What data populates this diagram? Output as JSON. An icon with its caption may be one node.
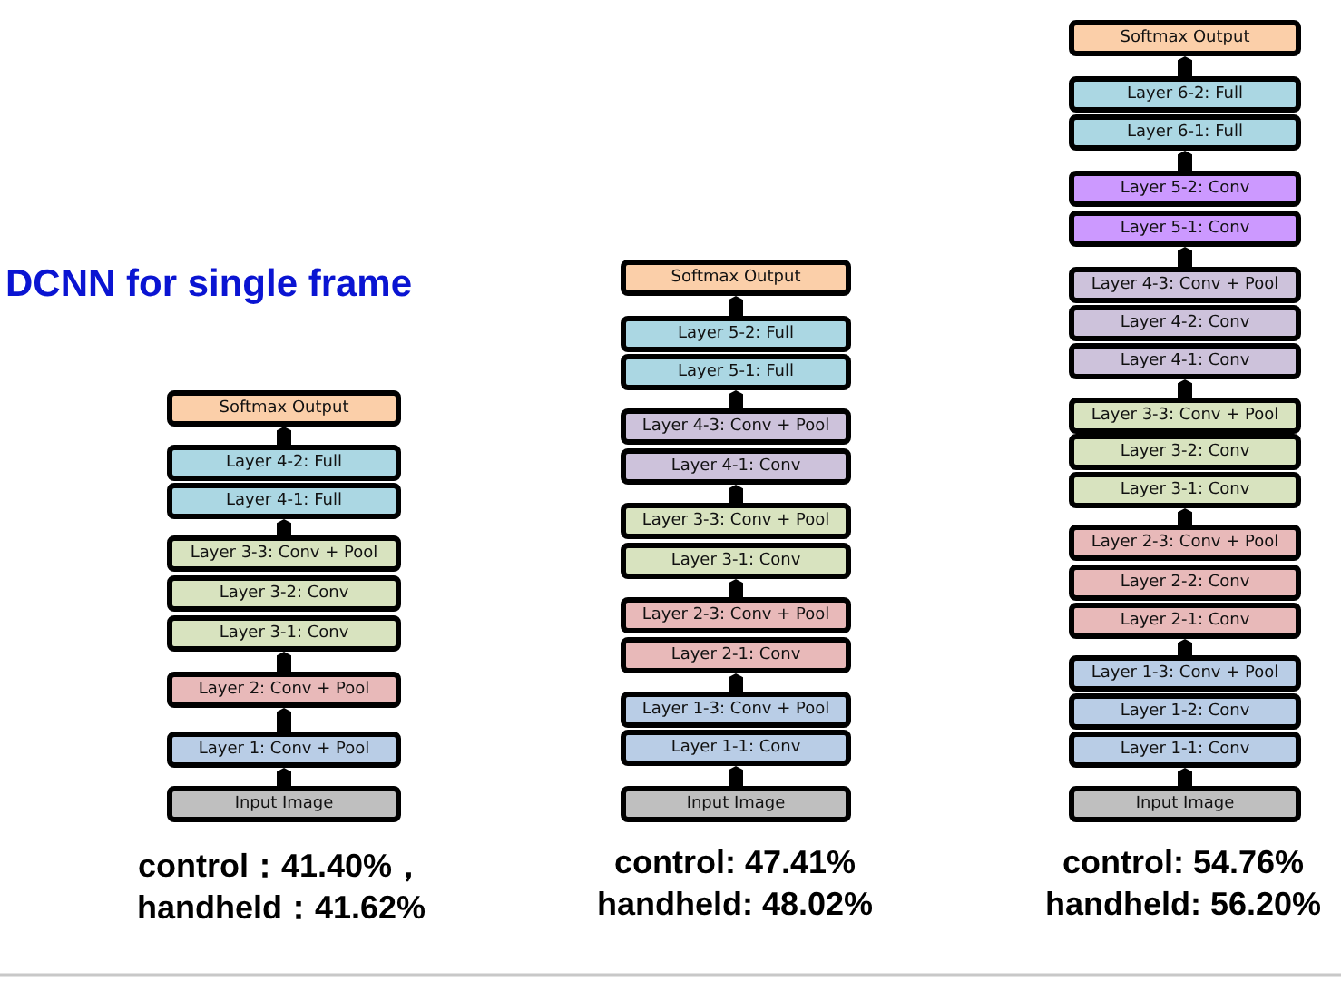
{
  "diagram": {
    "title": "DCNN for single frame",
    "nodes": [
      {
        "text": [
          "Softmax Output"
        ]
      },
      {
        "text": [
          "Layer 4-2: Full"
        ]
      },
      {
        "text": [
          "Layer 4-1: Full"
        ]
      },
      {
        "text": [
          "Layer 3-3: Conv + Pool"
        ]
      },
      {
        "text": [
          "Layer 3-2: Conv"
        ]
      },
      {
        "text": [
          "Layer 3-1: Conv"
        ]
      },
      {
        "text": [
          "Layer 2: Conv + Pool"
        ]
      },
      {
        "text": [
          "Layer 1: Conv + Pool"
        ]
      },
      {
        "text": [
          "Input Image"
        ]
      },
      {
        "text": [
          "Softmax Output"
        ]
      },
      {
        "text": [
          "Layer 5-2: Full"
        ]
      },
      {
        "text": [
          "Layer 5-1: Full"
        ]
      },
      {
        "text": [
          "Layer 4-3: Conv + Pool"
        ]
      },
      {
        "text": [
          "Layer 4-1: Conv"
        ]
      },
      {
        "text": [
          "Layer 3-3: Conv + Pool"
        ]
      },
      {
        "text": [
          "Layer 3-1: Conv"
        ]
      },
      {
        "text": [
          "Layer 2-3: Conv + Pool"
        ]
      },
      {
        "text": [
          "Layer 2-1: Conv"
        ]
      },
      {
        "text": [
          "Layer 1-3: Conv + Pool"
        ]
      },
      {
        "text": [
          "Layer 1-1: Conv"
        ]
      },
      {
        "text": [
          "Input Image"
        ]
      },
      {
        "text": [
          "Softmax Output"
        ]
      },
      {
        "text": [
          "Layer 6-2: Full"
        ]
      },
      {
        "text": [
          "Layer 6-1: Full"
        ]
      },
      {
        "text": [
          "Layer 5-2: Conv"
        ]
      },
      {
        "text": [
          "Layer 5-1: Conv"
        ]
      },
      {
        "text": [
          "Layer 4-3: Conv + Pool"
        ]
      },
      {
        "text": [
          "Layer 4-2: Conv"
        ]
      },
      {
        "text": [
          "Layer 4-1: Conv"
        ]
      },
      {
        "text": [
          "Layer 3-3: Conv + Pool"
        ]
      },
      {
        "text": [
          "Layer 3-2: Conv"
        ]
      },
      {
        "text": [
          "Layer 3-1: Conv"
        ]
      },
      {
        "text": [
          "Layer 2-3: Conv + Pool"
        ]
      },
      {
        "text": [
          "Layer 2-2: Conv"
        ]
      },
      {
        "text": [
          "Layer 2-1: Conv"
        ]
      },
      {
        "text": [
          "Layer 1-3: Conv + Pool"
        ]
      },
      {
        "text": [
          "Layer 1-2: Conv"
        ]
      },
      {
        "text": [
          "Layer 1-1: Conv"
        ]
      },
      {
        "text": [
          "Input Image"
        ]
      }
    ],
    "edges": [
      {
        "from": 8,
        "to": 7,
        "arrow": "to"
      },
      {
        "from": 7,
        "to": 6,
        "arrow": "to"
      },
      {
        "from": 6,
        "to": 5,
        "arrow": "to"
      },
      {
        "from": 3,
        "to": 2,
        "arrow": "to"
      },
      {
        "from": 1,
        "to": 0,
        "arrow": "to"
      },
      {
        "from": 20,
        "to": 19,
        "arrow": "to"
      },
      {
        "from": 18,
        "to": 17,
        "arrow": "to"
      },
      {
        "from": 16,
        "to": 15,
        "arrow": "to"
      },
      {
        "from": 14,
        "to": 13,
        "arrow": "to"
      },
      {
        "from": 12,
        "to": 11,
        "arrow": "to"
      },
      {
        "from": 10,
        "to": 9,
        "arrow": "to"
      },
      {
        "from": 38,
        "to": 37,
        "arrow": "to"
      },
      {
        "from": 35,
        "to": 34,
        "arrow": "to"
      },
      {
        "from": 32,
        "to": 31,
        "arrow": "to"
      },
      {
        "from": 29,
        "to": 28,
        "arrow": "to"
      },
      {
        "from": 26,
        "to": 25,
        "arrow": "to"
      },
      {
        "from": 24,
        "to": 23,
        "arrow": "to"
      },
      {
        "from": 22,
        "to": 21,
        "arrow": "to"
      }
    ],
    "labels": [
      "control：41.40%，",
      "handheld：41.62%",
      "control: 47.41%",
      "handheld: 48.02%",
      "control: 54.76%",
      "handheld: 56.20%"
    ]
  }
}
